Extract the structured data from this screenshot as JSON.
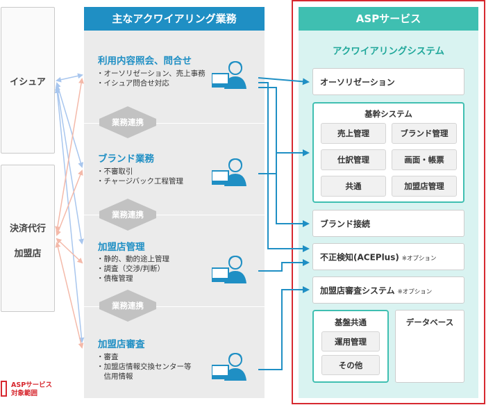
{
  "left": {
    "issuer": "イシュア",
    "agent_line1": "決済代行",
    "agent_line2": "加盟店"
  },
  "middle": {
    "header": "主なアクワイアリング業務",
    "connector_label": "業務連携",
    "sections": [
      {
        "title": "利用内容照会、問合せ",
        "bullets": [
          "・オーソリゼーション、売上事務",
          "・イシュア問合せ対応"
        ]
      },
      {
        "title": "ブランド業務",
        "bullets": [
          "・不審取引",
          "・チャージバック工程管理"
        ]
      },
      {
        "title": "加盟店管理",
        "bullets": [
          "・静的、動的途上管理",
          "・調査（交渉/判断）",
          "・債権管理"
        ]
      },
      {
        "title": "加盟店審査",
        "bullets": [
          "・審査",
          "・加盟店情報交換センター等",
          "　信用情報"
        ]
      }
    ]
  },
  "asp": {
    "header": "ASPサービス",
    "subheader": "アクワイアリングシステム",
    "authorization": "オーソリゼーション",
    "core": {
      "title": "基幹システム",
      "items": [
        "売上管理",
        "ブランド管理",
        "仕訳管理",
        "画面・帳票",
        "共通",
        "加盟店管理"
      ]
    },
    "brand_connection": "ブランド接続",
    "fraud_detection": "不正検知(ACEPlus)",
    "fraud_option": "※オプション",
    "merchant_screening": "加盟店審査システム",
    "merchant_option": "※オプション",
    "platform": {
      "title": "基盤共通",
      "items": [
        "運用管理",
        "その他"
      ]
    },
    "database": "データベース"
  },
  "legend": {
    "line1": "ASPサービス",
    "line2": "対象範囲"
  },
  "icons": {
    "operator": "operator-at-laptop-icon",
    "blue_arrow": "blue-arrow",
    "pink_arrow": "pink-arrow",
    "connector": "double-arrow-connector"
  },
  "colors": {
    "middle_header": "#1f8fc4",
    "asp_header": "#3fbfb1",
    "asp_background": "#d9f3f1",
    "asp_border": "#d7282f",
    "flow_line": "#1f8fc4",
    "issuer_arrows": "#a8c6ee",
    "merchant_arrows": "#f4b9a9",
    "connector_gray": "#c2c2c2"
  }
}
